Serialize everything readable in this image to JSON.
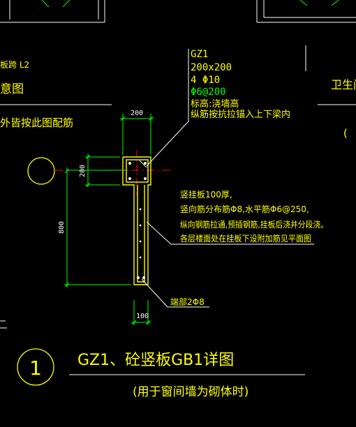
{
  "column": {
    "name": "GZ1",
    "size": "200x200",
    "main_bars": "4 Φ10",
    "stirrups": "Φ6@200",
    "note_height": "标高:浇墙高",
    "note_anchor": "纵筋按抗拉锚入上下梁内"
  },
  "panel_note": {
    "line1": "竖挂板100厚,",
    "line2": "竖向筋分布筋Φ8,水平筋Φ6@250,",
    "line3": "纵向钢筋拉通,预插钢筋,挂板后浇并分段浇。",
    "line4": "各层楼面处在挂板下设附加筋见平面图"
  },
  "end_bars": "端部2Φ8",
  "dims": {
    "top_width": "200",
    "left_top": "200",
    "left_height": "800",
    "bottom_width": "100"
  },
  "left_fragments": {
    "frag1": "板跨 L2",
    "frag2": "意图",
    "frag3": "外皆按此图配筋"
  },
  "right_fragments": {
    "frag1": "卫生间",
    "frag2": "("
  },
  "title": {
    "number": "1",
    "main": "GZ1、砼竖板GB1详图",
    "sub": "(用于窗间墙为砌体时)"
  },
  "colors": {
    "yellow": "#ffff00",
    "green": "#00ff00",
    "red": "#ff0000",
    "white": "#ffffff",
    "cyan": "#00ffff"
  }
}
